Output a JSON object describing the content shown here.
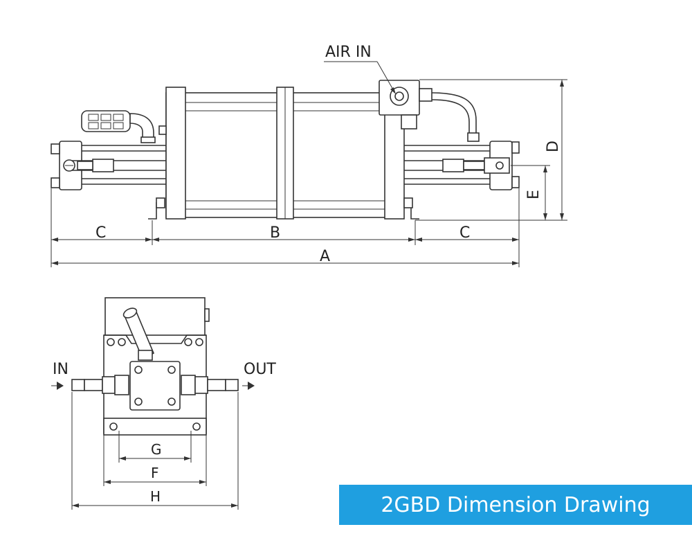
{
  "labels": {
    "air_in": "AIR IN",
    "dim_a": "A",
    "dim_b": "B",
    "dim_c_left": "C",
    "dim_c_right": "C",
    "dim_d": "D",
    "dim_e": "E",
    "dim_f": "F",
    "dim_g": "G",
    "dim_h": "H",
    "in": "IN",
    "out": "OUT"
  },
  "caption": "2GBD Dimension Drawing",
  "colors": {
    "caption_bg": "#1f9fe0",
    "line": "#333333"
  }
}
